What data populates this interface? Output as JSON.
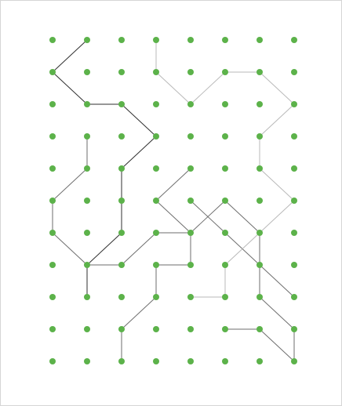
{
  "game": {
    "type": "dot-grid-path-puzzle",
    "grid": {
      "cols": 8,
      "rows": 11
    },
    "colors": {
      "dot": "#5cb24a",
      "line_dark": "#2f2f2f",
      "line_medium": "#6e6e6e",
      "line_light": "#b9b9b9",
      "frame": "#d6d6d6",
      "background": "#ffffff"
    },
    "paths": [
      {
        "id": "path-dark",
        "shade": "line_dark",
        "points": [
          [
            1,
            0
          ],
          [
            0,
            1
          ],
          [
            1,
            2
          ],
          [
            2,
            2
          ],
          [
            3,
            3
          ],
          [
            2,
            4
          ],
          [
            2,
            6
          ],
          [
            1,
            7
          ],
          [
            1,
            8
          ]
        ]
      },
      {
        "id": "path-left-loop",
        "shade": "line_medium",
        "points": [
          [
            1,
            3
          ],
          [
            1,
            4
          ],
          [
            0,
            5
          ],
          [
            0,
            6
          ],
          [
            1,
            7
          ],
          [
            2,
            7
          ],
          [
            3,
            6
          ],
          [
            4,
            6
          ],
          [
            4,
            7
          ],
          [
            3,
            7
          ],
          [
            3,
            8
          ],
          [
            2,
            9
          ],
          [
            2,
            10
          ]
        ]
      },
      {
        "id": "path-center",
        "shade": "line_medium",
        "points": [
          [
            4,
            4
          ],
          [
            3,
            5
          ],
          [
            4,
            6
          ],
          [
            5,
            5
          ],
          [
            6,
            6
          ],
          [
            6,
            8
          ],
          [
            7,
            9
          ],
          [
            7,
            10
          ]
        ]
      },
      {
        "id": "path-right",
        "shade": "line_medium",
        "points": [
          [
            4,
            5
          ],
          [
            5,
            6
          ],
          [
            6,
            7
          ],
          [
            7,
            8
          ]
        ]
      },
      {
        "id": "path-bottom-right",
        "shade": "line_medium",
        "points": [
          [
            5,
            9
          ],
          [
            6,
            9
          ],
          [
            7,
            10
          ]
        ]
      },
      {
        "id": "path-light",
        "shade": "line_light",
        "points": [
          [
            3,
            0
          ],
          [
            3,
            1
          ],
          [
            4,
            2
          ],
          [
            5,
            1
          ],
          [
            6,
            1
          ],
          [
            7,
            2
          ],
          [
            6,
            3
          ],
          [
            6,
            4
          ],
          [
            7,
            5
          ],
          [
            6,
            6
          ],
          [
            5,
            7
          ],
          [
            5,
            8
          ],
          [
            4,
            8
          ]
        ]
      }
    ]
  }
}
